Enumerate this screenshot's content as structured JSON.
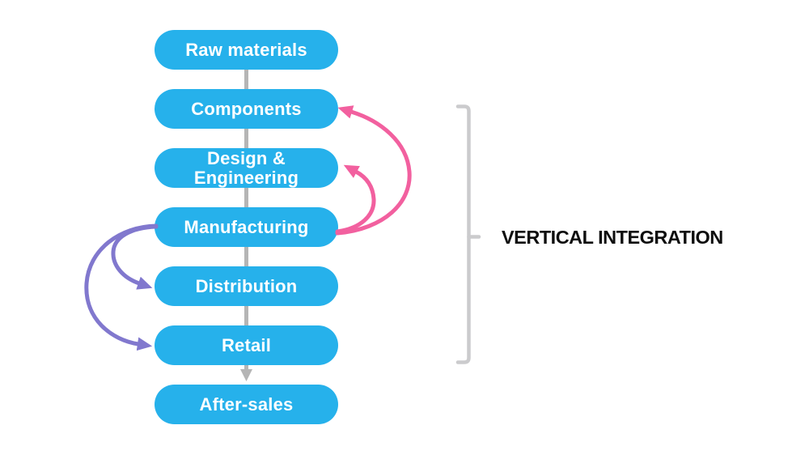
{
  "diagram": {
    "title": "VERTICAL INTEGRATION",
    "stages": [
      {
        "label": "Raw materials"
      },
      {
        "label": "Components"
      },
      {
        "label": "Design & Engineering"
      },
      {
        "label": "Manufacturing"
      },
      {
        "label": "Distribution"
      },
      {
        "label": "Retail"
      },
      {
        "label": "After-sales"
      }
    ],
    "main_flow": {
      "from": "Retail",
      "to": "After-sales",
      "style": "gray-arrow-down"
    },
    "arrows": {
      "upstream": [
        {
          "from": "Manufacturing",
          "to": "Components",
          "color": "pink",
          "side": "right"
        },
        {
          "from": "Manufacturing",
          "to": "Design & Engineering",
          "color": "pink",
          "side": "right"
        }
      ],
      "downstream": [
        {
          "from": "Manufacturing",
          "to": "Distribution",
          "color": "purple",
          "side": "left"
        },
        {
          "from": "Manufacturing",
          "to": "Retail",
          "color": "purple",
          "side": "left"
        }
      ]
    },
    "colors": {
      "box-blue": "#26B1EB",
      "box-text": "#FFFFFF",
      "arrow-pink": "#F2609F",
      "arrow-purple": "#8178CE",
      "connector-gray": "#B5B5B5",
      "bracket-gray": "#CBCBCD",
      "title-color": "#0E0E0E",
      "background": "#FFFFFF"
    }
  }
}
